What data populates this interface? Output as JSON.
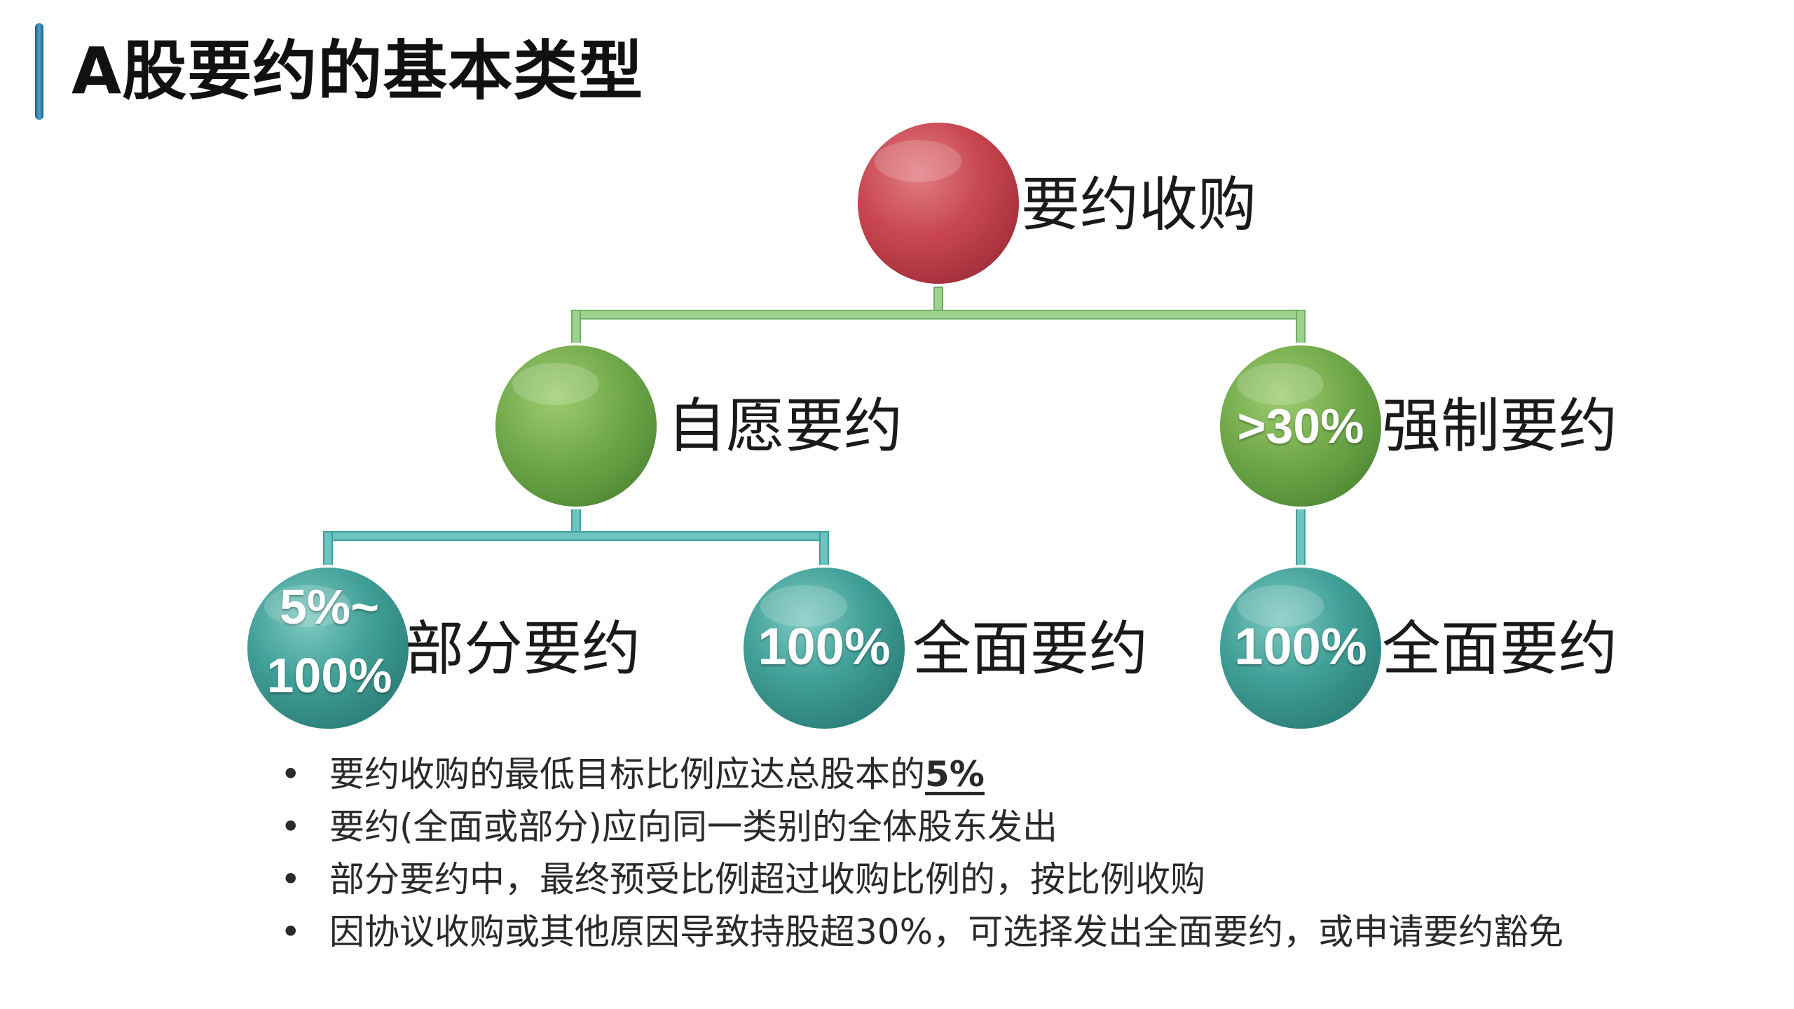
{
  "title": "A股要约的基本类型",
  "colors": {
    "accent_bar": "#2a78ad",
    "root_circle": "#c8414c",
    "mid_circle": "#6ea846",
    "leaf_circle": "#3a9d94",
    "connector_upper": "#9ed28f",
    "connector_lower": "#6cc3c0"
  },
  "tree": {
    "root": {
      "label": "要约收购"
    },
    "voluntary": {
      "label": "自愿要约"
    },
    "mandatory": {
      "label": "强制要约",
      "circle_text": ">30%"
    },
    "partial": {
      "label": "部分要约",
      "circle_text_line1": "5%~",
      "circle_text_line2": "100%"
    },
    "voluntary_full": {
      "label": "全面要约",
      "circle_text": "100%"
    },
    "mandatory_full": {
      "label": "全面要约",
      "circle_text": "100%"
    }
  },
  "bullets": {
    "marker": "•",
    "item1_text": "要约收购的最低目标比例应达总股本的",
    "item1_emph": "5%",
    "item2_text": "要约(全面或部分)应向同一类别的全体股东发出",
    "item3_text": "部分要约中，最终预受比例超过收购比例的，按比例收购",
    "item4_text": "因协议收购或其他原因导致持股超30%，可选择发出全面要约，或申请要约豁免"
  }
}
